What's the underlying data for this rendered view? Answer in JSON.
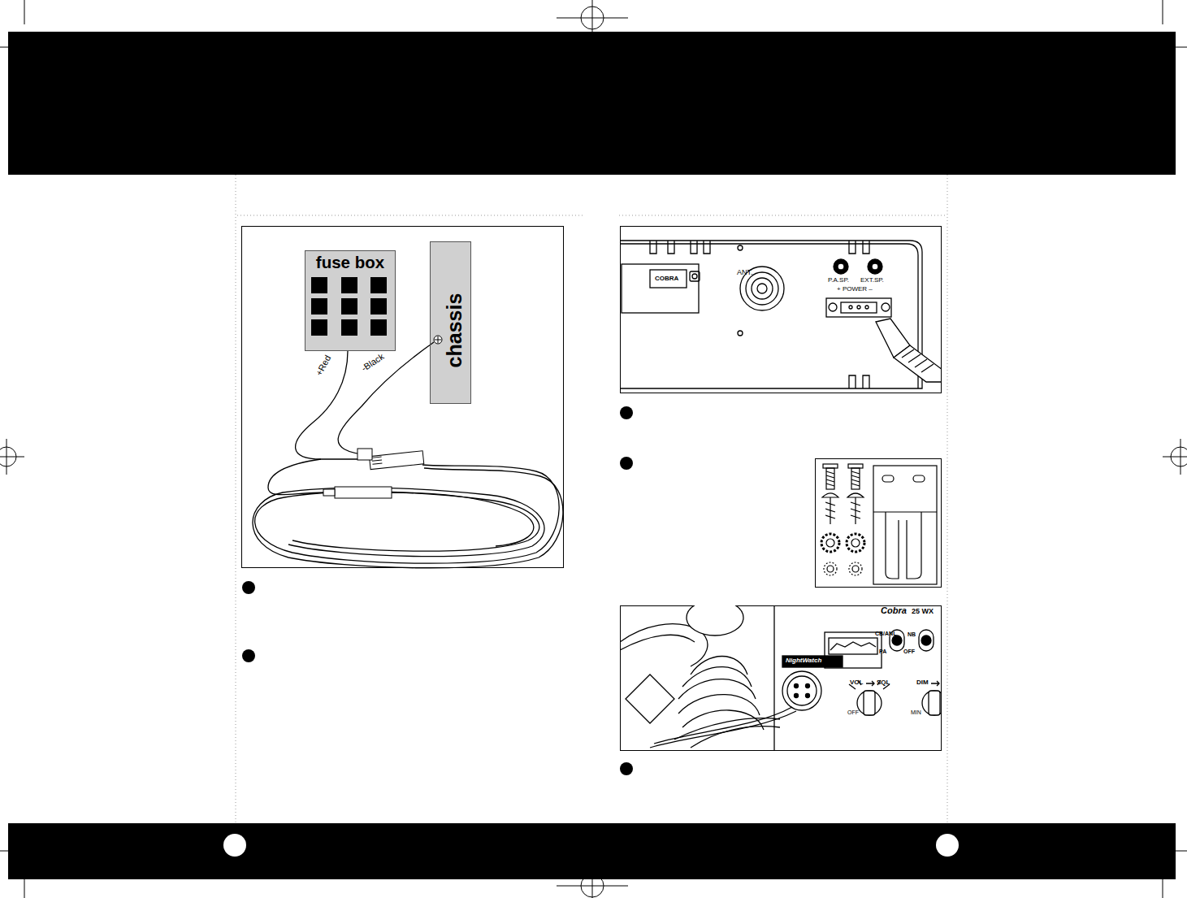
{
  "diagram": {
    "nodes": [
      {
        "text": [
          "fuse box"
        ]
      },
      {
        "text": [
          "chassis"
        ]
      }
    ],
    "labels": [
      "+Red",
      "-Black",
      "ANT.",
      "COBRA",
      "P.A.SP.",
      "EXT.SP.",
      "+ POWER –",
      "Cobra",
      "25 WX",
      "CB/ANL",
      "PA",
      "NB",
      "OFF",
      "NightWatch",
      "VOL",
      "SQL",
      "DIM",
      "OFF",
      "MIN"
    ]
  }
}
